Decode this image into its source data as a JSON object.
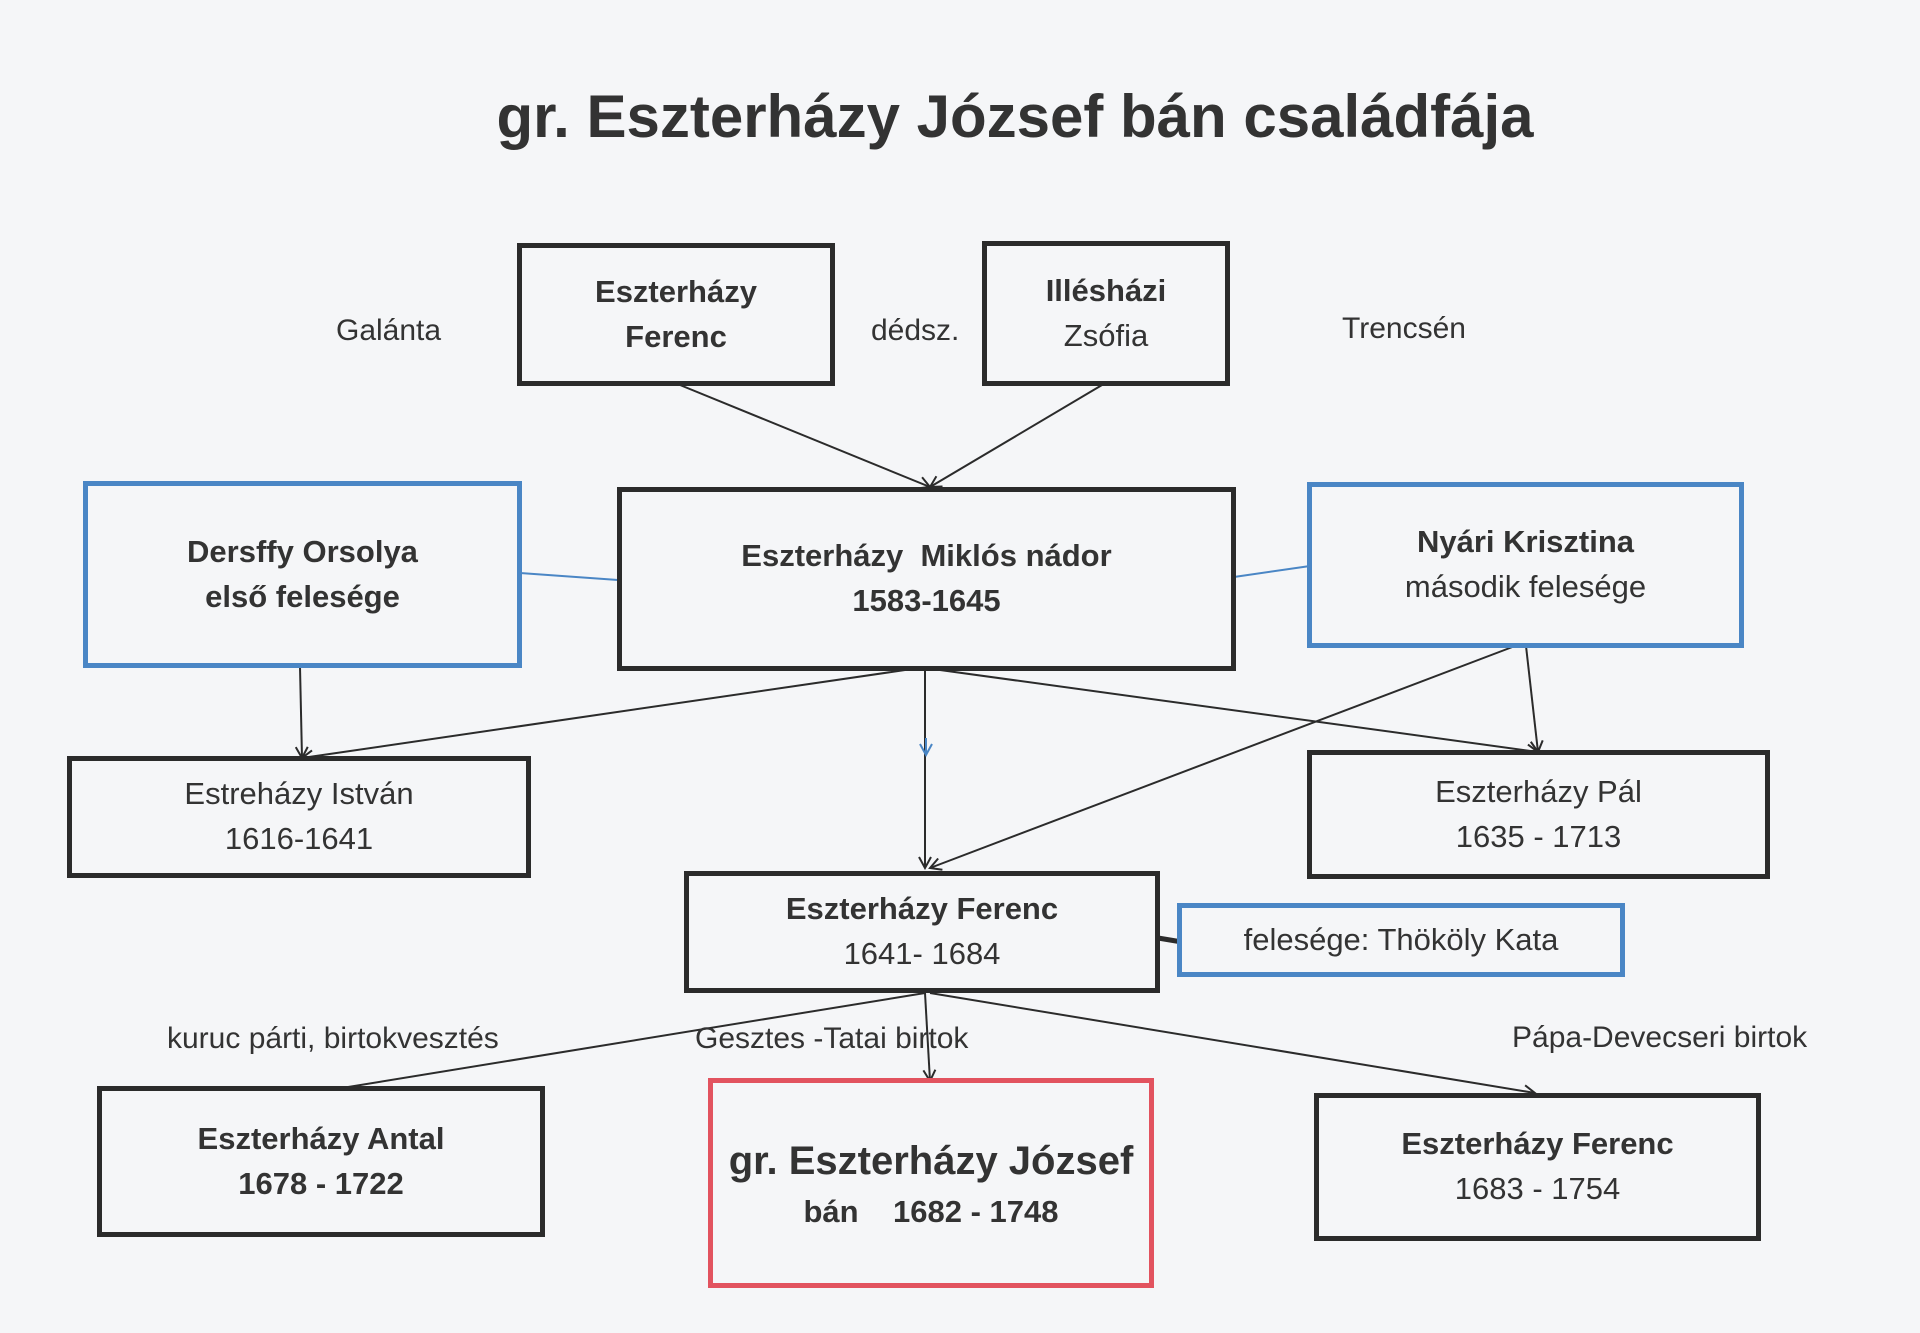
{
  "title": "gr. Eszterházy József bán családfája",
  "colors": {
    "line": "#2b2b2b",
    "spouse_box": "#4a86c5",
    "highlight_box": "#e2535f"
  },
  "people": {
    "ferenc_elder": {
      "name": "Eszterházy Ferenc",
      "line1": "Eszterházy",
      "line2": "Ferenc"
    },
    "zsofia": {
      "name": "Illésházi Zsófia",
      "line1": "Illésházi",
      "line2": "Zsófia"
    },
    "miklos": {
      "name": "Eszterházy  Miklós nádor",
      "years": "1583-1645"
    },
    "orsolya": {
      "name": "Dersffy Orsolya",
      "role": "első felesége"
    },
    "krisztina": {
      "name": "Nyári Krisztina",
      "role": "második felesége"
    },
    "istvan": {
      "name": "Estreházy István",
      "years": "1616-1641"
    },
    "pal": {
      "name": "Eszterházy Pál",
      "years": "1635 - 1713"
    },
    "ferenc_mid": {
      "name": "Eszterházy Ferenc",
      "years": "1641- 1684"
    },
    "kata": {
      "text": "felesége: Thököly Kata"
    },
    "antal": {
      "name": "Eszterházy Antal",
      "years": "1678 - 1722"
    },
    "jozsef": {
      "name": "gr. Eszterházy József",
      "line2": "bán    1682 - 1748"
    },
    "ferenc_young": {
      "name": "Eszterházy Ferenc",
      "years": "1683 - 1754"
    }
  },
  "labels": {
    "galanta": "Galánta",
    "dedsz": "dédsz.",
    "trencsen": "Trencsén",
    "kuruc": "kuruc párti, birtokvesztés",
    "gesztes": "Gesztes -Tatai birtok",
    "papa": "Pápa-Devecseri birtok"
  }
}
